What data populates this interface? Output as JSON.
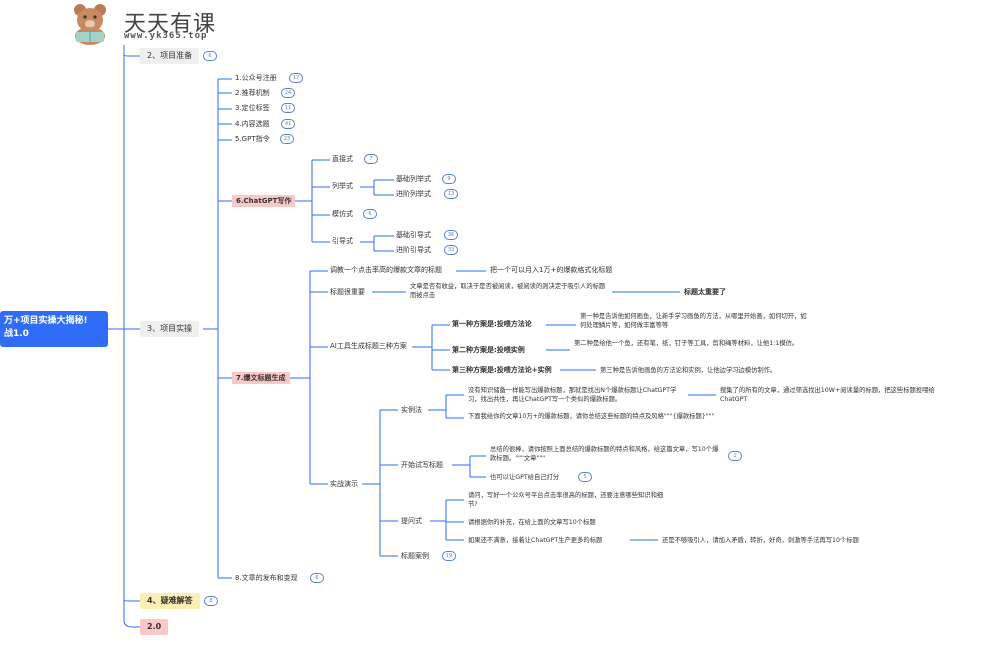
{
  "logo": {
    "title": "天天有课",
    "url": "www.yk365.top"
  },
  "root": {
    "line1": "万+项目实操大揭秘!",
    "line2": "战1.0"
  },
  "level1": {
    "project_prep": {
      "label": "2、项目准备",
      "count": "6"
    },
    "project_practice": {
      "label": "3、项目实操"
    },
    "faq": {
      "label": "4、疑难解答",
      "count": "8"
    },
    "v2": {
      "label": "2.0"
    }
  },
  "practice": {
    "account": {
      "label": "1.公众号注册",
      "count": "17"
    },
    "recommend": {
      "label": "2.推荐机制",
      "count": "24"
    },
    "position": {
      "label": "3.定位标签",
      "count": "11"
    },
    "topic": {
      "label": "4.内容选题",
      "count": "41"
    },
    "gpt_cmd": {
      "label": "5.GPT指令",
      "count": "23"
    },
    "gpt_writing": {
      "label": "6.ChatGPT写作",
      "direct": {
        "label": "直接式",
        "count": "7"
      },
      "list": {
        "label": "列举式"
      },
      "list_basic": {
        "label": "基础列举式",
        "count": "9"
      },
      "list_adv": {
        "label": "进阶列举式",
        "count": "13"
      },
      "imitate": {
        "label": "模仿式",
        "count": "6"
      },
      "guide": {
        "label": "引导式"
      },
      "guide_basic": {
        "label": "基础引导式",
        "count": "36"
      },
      "guide_adv": {
        "label": "进阶引导式",
        "count": "33"
      }
    },
    "hot_title": {
      "label": "7.爆文标题生成",
      "n1": {
        "label": "调教一个点击率高的爆款文章的标题",
        "child": "把一个可以月入1万+的爆款格式化标题"
      },
      "n2": {
        "label": "标题很重要",
        "desc": "文章是否有收益，取决于是否被阅读，被阅读的则决定于吸引人的标题而被点击",
        "highlight": "标题太重要了"
      },
      "n3": {
        "label": "AI工具生成标题三种方案",
        "p1": {
          "label": "第一种方案是:投喂方法论",
          "desc": "第一种是告诉他如何画鱼，让新手学习画鱼的方法，从哪里开始画，如何切开，如何处理鳞片等，如何做丰富等等"
        },
        "p2": {
          "label": "第二种方案是:投喂实例",
          "desc": "第二种是给他一个鱼，还有笔，纸，钉子等工具，剪和绳等材料，让他1:1模仿。"
        },
        "p3": {
          "label": "第三种方案是:投喂方法论+实例",
          "desc": "第三种是告诉他画鱼的方法论和实例，让他边学习边模仿制作。"
        }
      },
      "n4": {
        "label": "实战演示",
        "example": {
          "label": "实例法",
          "t1": "没有知识储备一样能写出爆款标题，那就是找出N个爆款标题让ChatGPT学习，找出共性，再让ChatGPT写一个类似的爆款标题。",
          "t1_child": "搜集了的所有的文章，通过筛选找出10W+阅读量的标题，把这些标题投喂给ChatGPT",
          "t2": "下面我给你的文章10万+的爆款标题，请你总结这些标题的特点及风格\"\"\"{爆款标题}\"\"\""
        },
        "start": {
          "label": "开始试写标题",
          "t1": "总结的很棒，请你按照上面总结的爆款标题的特点和风格，给这篇文章，写10个爆款标题。\"\"\"文章\"\"\"",
          "t1_count": "1",
          "t2": "也可以让GPT给自己打分",
          "t2_count": "5"
        },
        "ask": {
          "label": "提问式",
          "t1": "请问，写好一个公众号平台点击率很高的标题，还要注意哪些知识和细节?",
          "t2": "请根据你的补充，在给上面的文章写10个标题",
          "t3": "如果还不满意，接着让ChatGPT生产更多的标题",
          "t3_child": "还是不够吸引人，请加入矛盾，转折，好奇，刺激等手法再写10个标题"
        },
        "case": {
          "label": "标题案例",
          "count": "19"
        }
      }
    },
    "publish": {
      "label": "8.文章的发布和变现",
      "count": "6"
    }
  },
  "colors": {
    "line": "#2f6df6",
    "root": "#2f6df6",
    "badge": "#5b7fd6",
    "highlight_red": "#f9c9c7",
    "highlight_yellow": "#fdefb2"
  }
}
